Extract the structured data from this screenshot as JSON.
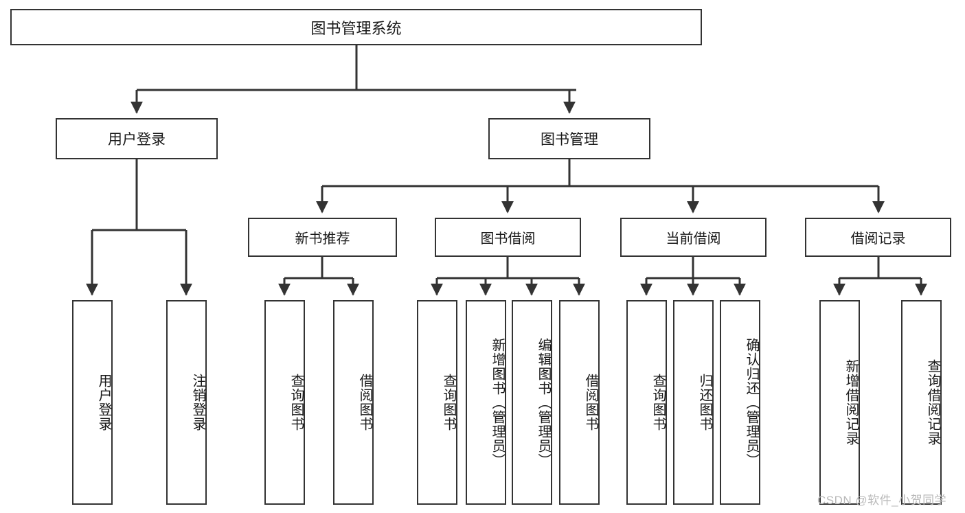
{
  "diagram": {
    "title": "图书管理系统",
    "watermark": "CSDN @软件_小贺同学",
    "colors": {
      "background": "#ffffff",
      "stroke": "#333333",
      "text": "#1a1a1a",
      "watermark": "#b9b9b9"
    },
    "root": {
      "label": "图书管理系统"
    },
    "level1": [
      {
        "label": "用户登录"
      },
      {
        "label": "图书管理"
      }
    ],
    "level2": [
      {
        "label": "新书推荐"
      },
      {
        "label": "图书借阅"
      },
      {
        "label": "当前借阅"
      },
      {
        "label": "借阅记录"
      }
    ],
    "leaves": {
      "user_login": [
        {
          "label": "用户登录"
        },
        {
          "label": "注销登录"
        }
      ],
      "new_book_recommend": [
        {
          "label": "查询图书"
        },
        {
          "label": "借阅图书"
        }
      ],
      "book_borrow": [
        {
          "label": "查询图书"
        },
        {
          "label": "新增图书（管理员）"
        },
        {
          "label": "编辑图书（管理员）"
        },
        {
          "label": "借阅图书"
        }
      ],
      "current_borrow": [
        {
          "label": "查询图书"
        },
        {
          "label": "归还图书"
        },
        {
          "label": "确认归还（管理员）"
        }
      ],
      "borrow_record": [
        {
          "label": "新增借阅记录"
        },
        {
          "label": "查询借阅记录"
        }
      ]
    }
  }
}
